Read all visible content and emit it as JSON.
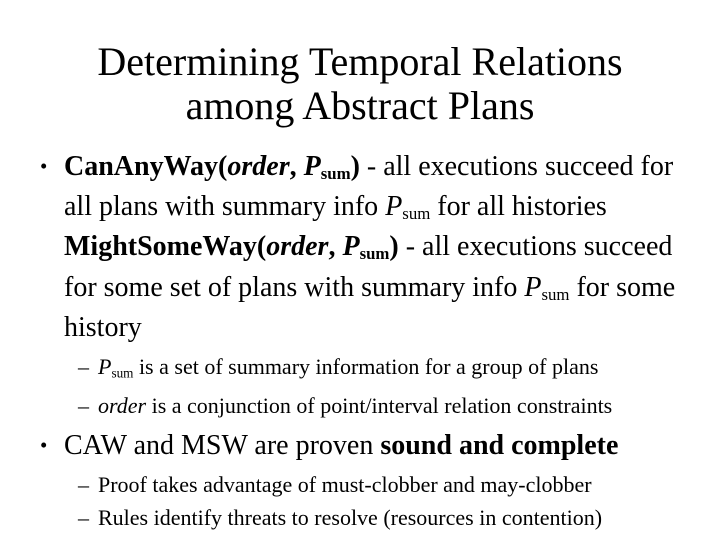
{
  "colors": {
    "background": "#ffffff",
    "text": "#000000"
  },
  "title": {
    "lines": [
      "Determining Temporal Relations",
      "among Abstract Plans"
    ]
  },
  "bullets": [
    {
      "level": 1,
      "marker": "•",
      "runs": [
        {
          "t": "CanAnyWay(",
          "b": true
        },
        {
          "t": "order",
          "b": true,
          "i": true
        },
        {
          "t": ", ",
          "b": true
        },
        {
          "t": "P",
          "b": true,
          "i": true
        },
        {
          "t": "sum",
          "b": true,
          "sub": true
        },
        {
          "t": ")",
          "b": true
        },
        {
          "t": " - all executions succeed for"
        },
        {
          "br": true
        },
        {
          "t": "all plans with summary info "
        },
        {
          "t": "P",
          "i": true
        },
        {
          "t": "sum",
          "sub": true
        },
        {
          "t": " for all histories"
        },
        {
          "br": true
        },
        {
          "t": "MightSomeWay(",
          "b": true
        },
        {
          "t": "order",
          "b": true,
          "i": true
        },
        {
          "t": ", ",
          "b": true
        },
        {
          "t": "P",
          "b": true,
          "i": true
        },
        {
          "t": "sum",
          "b": true,
          "sub": true
        },
        {
          "t": ")",
          "b": true
        },
        {
          "t": " - all executions succeed"
        },
        {
          "br": true
        },
        {
          "t": "for some set of plans with summary info "
        },
        {
          "t": "P",
          "i": true
        },
        {
          "t": "sum",
          "sub": true
        },
        {
          "t": " for some"
        },
        {
          "br": true
        },
        {
          "t": "history"
        }
      ]
    },
    {
      "level": 2,
      "marker": "–",
      "runs": [
        {
          "t": "P",
          "i": true
        },
        {
          "t": "sum",
          "sub": true
        },
        {
          "t": " is a set of summary information for a group of plans"
        }
      ]
    },
    {
      "level": 2,
      "marker": "–",
      "runs": [
        {
          "t": "order",
          "i": true
        },
        {
          "t": " is a conjunction of point/interval relation constraints"
        }
      ]
    },
    {
      "level": 1,
      "marker": "•",
      "runs": [
        {
          "t": "CAW and MSW are proven "
        },
        {
          "t": "sound and complete",
          "b": true
        }
      ]
    },
    {
      "level": 2,
      "marker": "–",
      "runs": [
        {
          "t": "Proof takes advantage of must-clobber and may-clobber"
        }
      ]
    },
    {
      "level": 2,
      "marker": "–",
      "runs": [
        {
          "t": "Rules identify threats to resolve (resources in contention)"
        }
      ]
    }
  ]
}
